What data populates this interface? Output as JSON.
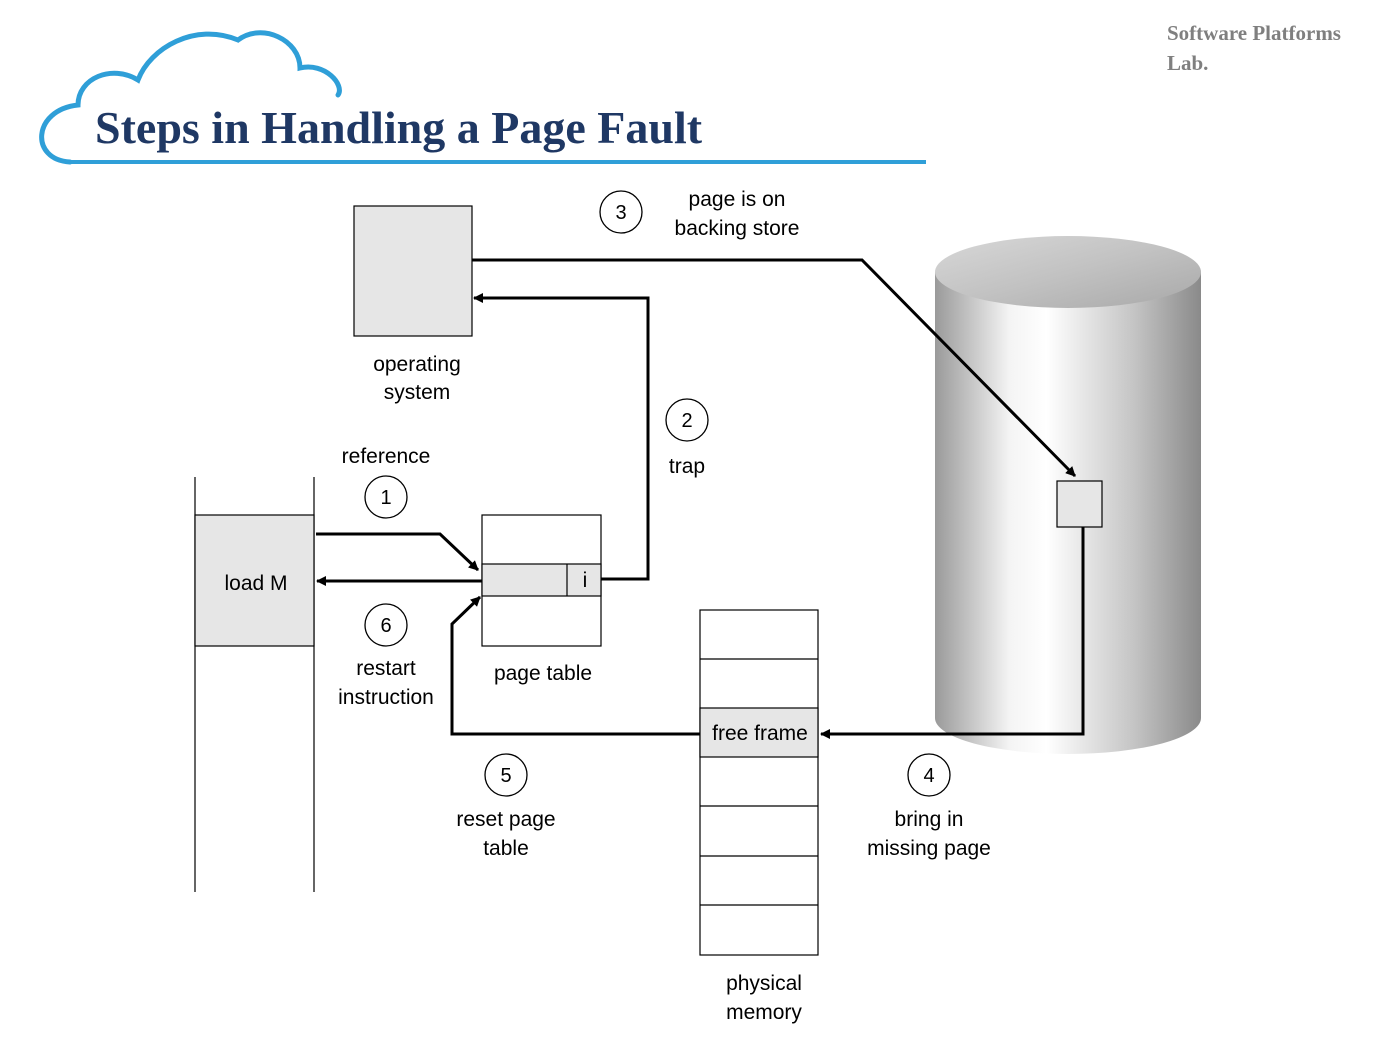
{
  "header": {
    "title": "Steps in Handling a Page Fault",
    "lab_line1": "Software Platforms",
    "lab_line2": "Lab.",
    "accent_color": "#2f9fd8",
    "title_color": "#1f3864"
  },
  "diagram": {
    "os_label_line1": "operating",
    "os_label_line2": "system",
    "program_instruction": "load M",
    "page_table_label": "page table",
    "page_table_invalid_bit": "i",
    "memory_label_line1": "physical",
    "memory_label_line2": "memory",
    "free_frame_label": "free frame",
    "disk_icon": "backing-store-cylinder-icon"
  },
  "steps": [
    {
      "number": "1",
      "line1": "reference",
      "line2": ""
    },
    {
      "number": "2",
      "line1": "trap",
      "line2": ""
    },
    {
      "number": "3",
      "line1": "page is on",
      "line2": "backing store"
    },
    {
      "number": "4",
      "line1": "bring in",
      "line2": "missing page"
    },
    {
      "number": "5",
      "line1": "reset page",
      "line2": "table"
    },
    {
      "number": "6",
      "line1": "restart",
      "line2": "instruction"
    }
  ]
}
